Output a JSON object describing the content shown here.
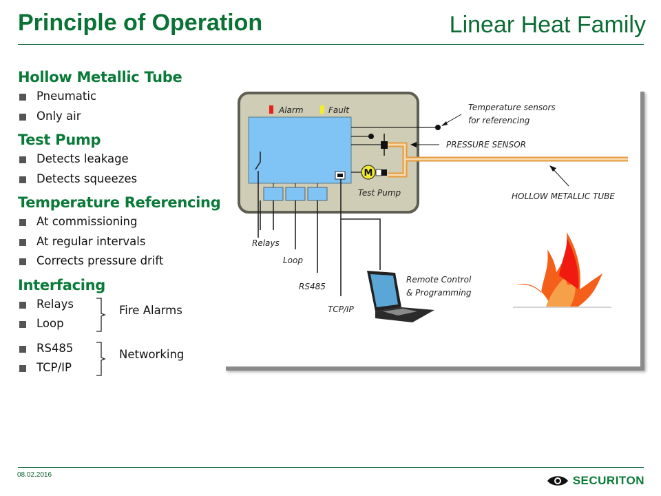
{
  "header": {
    "title": "Principle of Operation",
    "subtitle": "Linear Heat Family"
  },
  "sections": [
    {
      "heading": "Hollow Metallic Tube",
      "items": [
        "Pneumatic",
        "Only air"
      ]
    },
    {
      "heading": "Test Pump",
      "items": [
        "Detects leakage",
        "Detects squeezes"
      ]
    },
    {
      "heading": "Temperature Referencing",
      "items": [
        "At commissioning",
        "At regular intervals",
        "Corrects pressure drift"
      ]
    },
    {
      "heading": "Interfacing",
      "items": [
        "Relays",
        "Loop",
        "RS485",
        "TCP/IP"
      ]
    }
  ],
  "groups": {
    "fire_alarms": "Fire Alarms",
    "networking": "Networking"
  },
  "diagram": {
    "alarm_label": "Alarm",
    "fault_label": "Fault",
    "test_pump_label": "Test Pump",
    "motor_label": "M",
    "temp_sensors_line1": "Temperature sensors",
    "temp_sensors_line2": "for referencing",
    "pressure_sensor_label": "PRESSURE SENSOR",
    "tube_label": "HOLLOW METALLIC TUBE",
    "relays_label": "Relays",
    "loop_label": "Loop",
    "rs485_label": "RS485",
    "tcpip_label": "TCP/IP",
    "remote_line1": "Remote Control",
    "remote_line2": "& Programming",
    "colors": {
      "alarm": "#e8211c",
      "fault": "#f2ee2a",
      "screen": "#7fc4f4",
      "housing": "#cfcdb6",
      "tube": "#e69a3c"
    }
  },
  "footer": {
    "date": "08.02.2016",
    "brand": "SECURITON"
  }
}
